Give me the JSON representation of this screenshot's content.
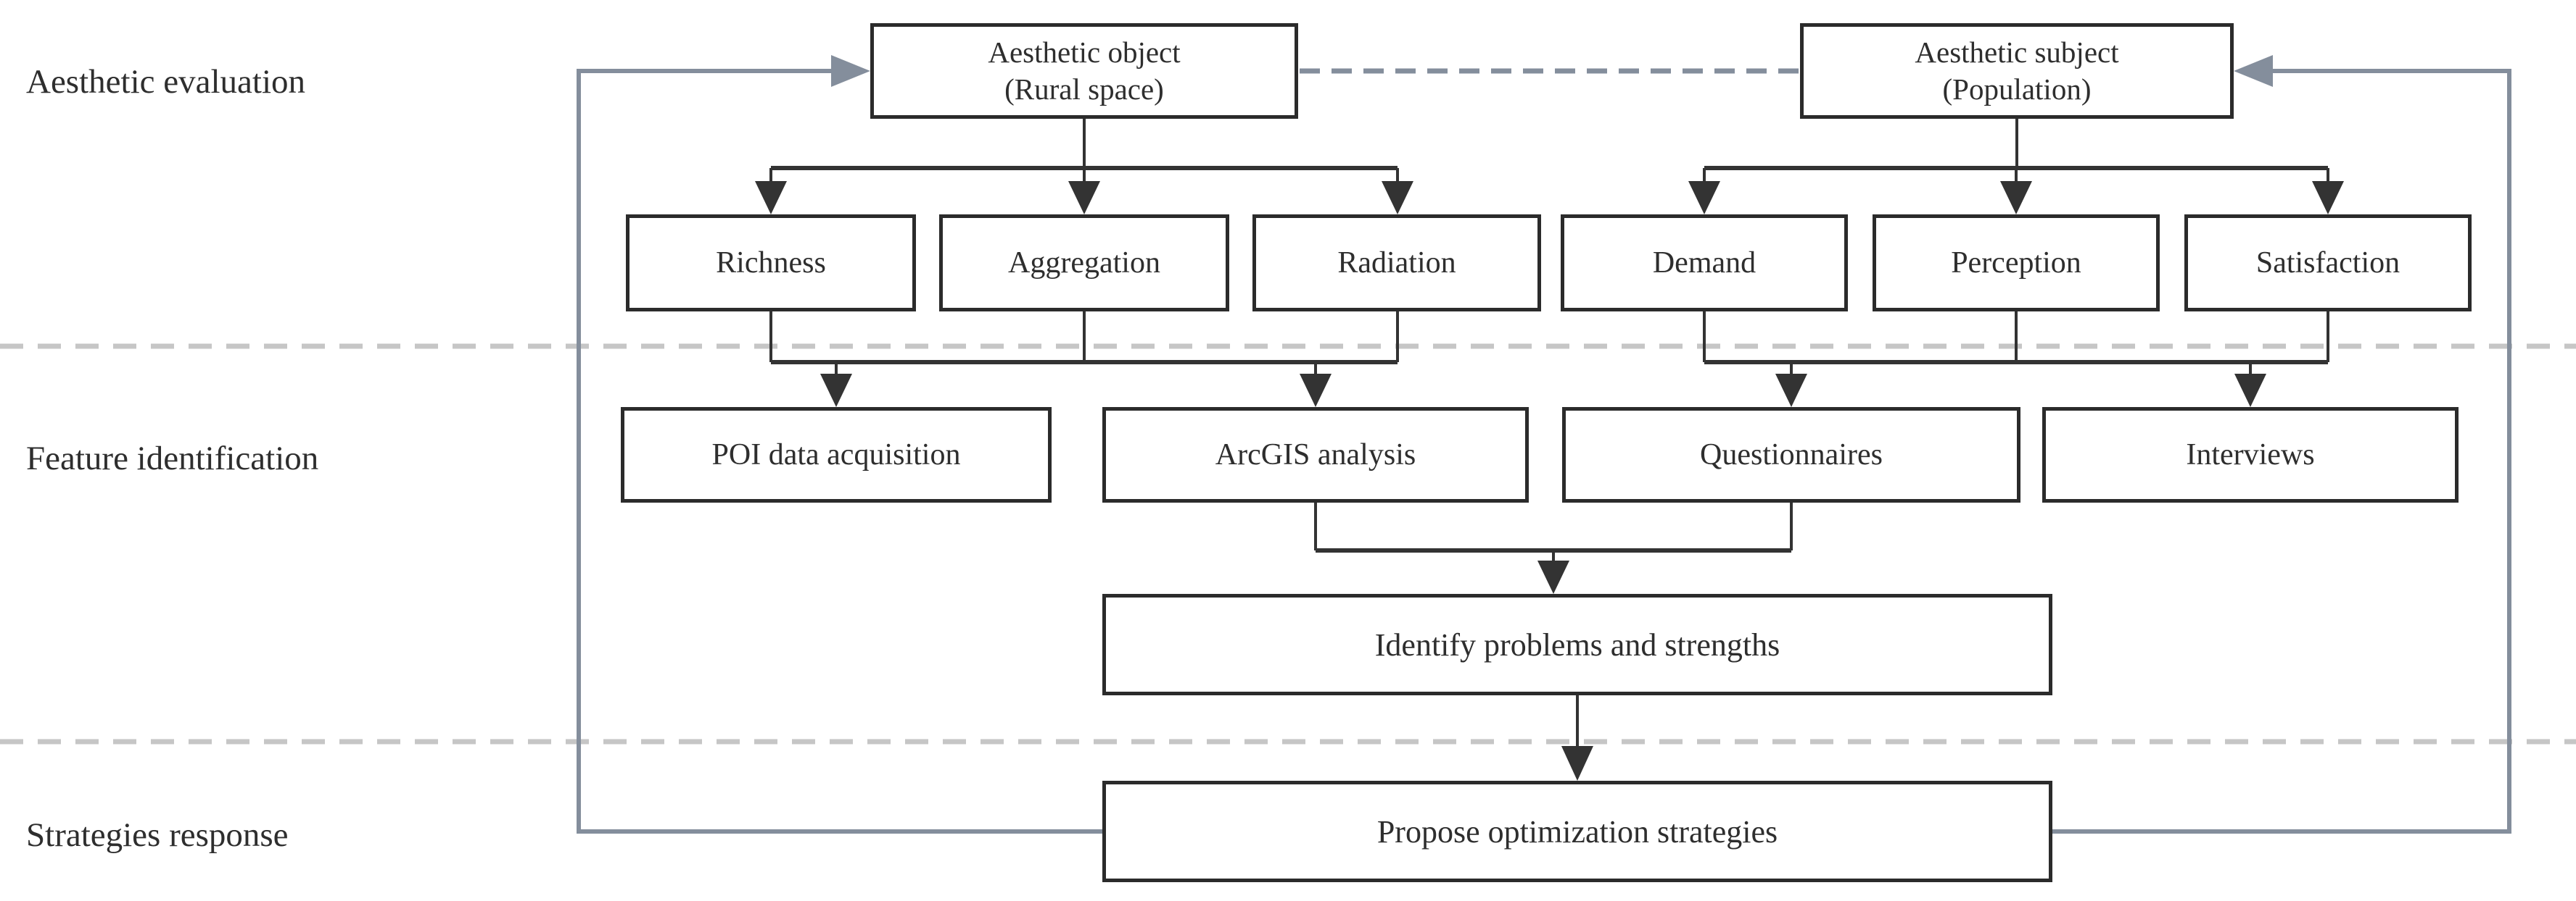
{
  "figure": {
    "type": "flowchart",
    "description": "Aesthetic evaluation framework flow diagram"
  },
  "section_labels": {
    "aesthetic_evaluation": "Aesthetic evaluation",
    "feature_identification": "Feature identification",
    "strategies_response": "Strategies response"
  },
  "boxes": {
    "aesthetic_object": {
      "line1": "Aesthetic object",
      "line2": "(Rural space)"
    },
    "aesthetic_subject": {
      "line1": "Aesthetic subject",
      "line2": "(Population)"
    },
    "richness": "Richness",
    "aggregation": "Aggregation",
    "radiation": "Radiation",
    "demand": "Demand",
    "perception": "Perception",
    "satisfaction": "Satisfaction",
    "poi": "POI data acquisition",
    "arcgis": "ArcGIS analysis",
    "questionnaires": "Questionnaires",
    "interviews": "Interviews",
    "identify": "Identify problems and strengths",
    "propose": "Propose optimization strategies"
  },
  "colors": {
    "connector": "#333333",
    "border": "#2b2b2b",
    "feedback": "#848e9c",
    "divider": "#c6c6c6",
    "text": "#2e2e2e",
    "box_fill": "#ffffff",
    "background": "#ffffff"
  }
}
